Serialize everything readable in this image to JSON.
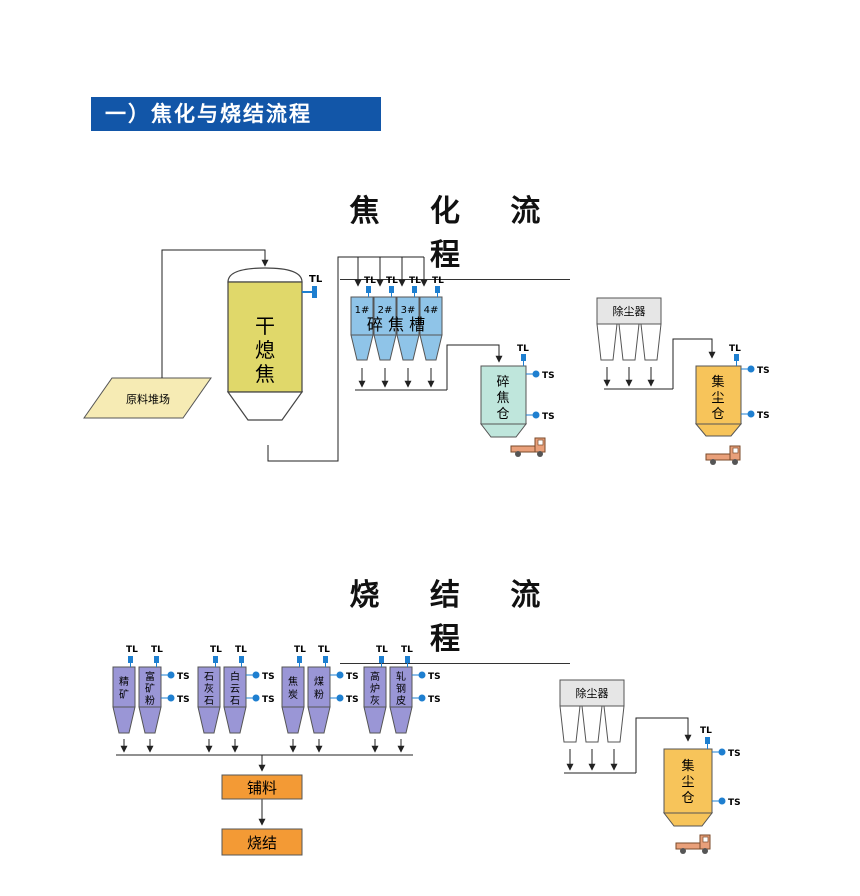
{
  "header": {
    "title": "一）焦化与烧结流程"
  },
  "coking": {
    "title": "焦 化 流 程",
    "yard": "原料堆场",
    "dry_quench": [
      "干",
      "熄",
      "焦"
    ],
    "tank_numbers": [
      "1#",
      "2#",
      "3#",
      "4#"
    ],
    "tank_group": "碎 焦 槽",
    "crushed_bin": [
      "碎",
      "焦",
      "仓"
    ],
    "dust_collector": "除尘器",
    "dust_bin": [
      "集",
      "尘",
      "仓"
    ]
  },
  "sintering": {
    "title": "烧 结 流 程",
    "bins": [
      [
        "精",
        "矿"
      ],
      [
        "富",
        "矿",
        "粉"
      ],
      [
        "石",
        "灰",
        "石"
      ],
      [
        "白",
        "云",
        "石"
      ],
      [
        "焦",
        "炭"
      ],
      [
        "煤",
        "粉"
      ],
      [
        "高",
        "炉",
        "灰"
      ],
      [
        "轧",
        "钢",
        "皮"
      ]
    ],
    "step1": "铺料",
    "step2": "烧结",
    "dust_collector": "除尘器",
    "dust_bin": [
      "集",
      "尘",
      "仓"
    ]
  },
  "sensors": {
    "level": "TL",
    "switch": "TS"
  },
  "colors": {
    "banner": "#1256a8",
    "dry_quench": "#e0d86a",
    "tank": "#8fc4e8",
    "crushed_bin": "#bfe6dc",
    "dust_bin": "#f7c45a",
    "sinter_bin": "#9a96d6",
    "process_box": "#f39a35",
    "collector": "#e6e6e6",
    "truck": "#e9a07a",
    "sensor": "#1e7fd0"
  }
}
